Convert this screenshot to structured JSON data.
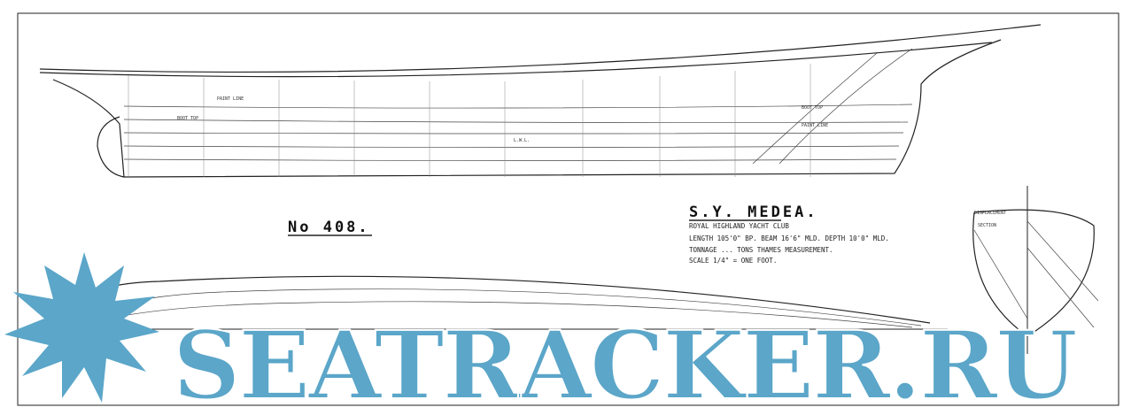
{
  "drawing": {
    "number": "No 408.",
    "vessel_name": "S.Y. MEDEA.",
    "club": "ROYAL HIGHLAND YACHT CLUB",
    "dimensions": "LENGTH 105'0\" BP.  BEAM 16'6\" MLD.  DEPTH 10'0\" MLD.",
    "tonnage": "TONNAGE ... TONS THAMES MEASUREMENT.",
    "scale": "SCALE 1/4\" = ONE FOOT.",
    "profile_labels": [
      "PAINT LINE",
      "BOOT TOP",
      "L.W.L.",
      "PAINT LINE",
      "BOOT TOP"
    ],
    "section_labels": [
      "DISPLACEMENT",
      "SECTION"
    ]
  },
  "watermark": {
    "text": "SEATRACKER.RU",
    "color": "#5ba6c9"
  }
}
